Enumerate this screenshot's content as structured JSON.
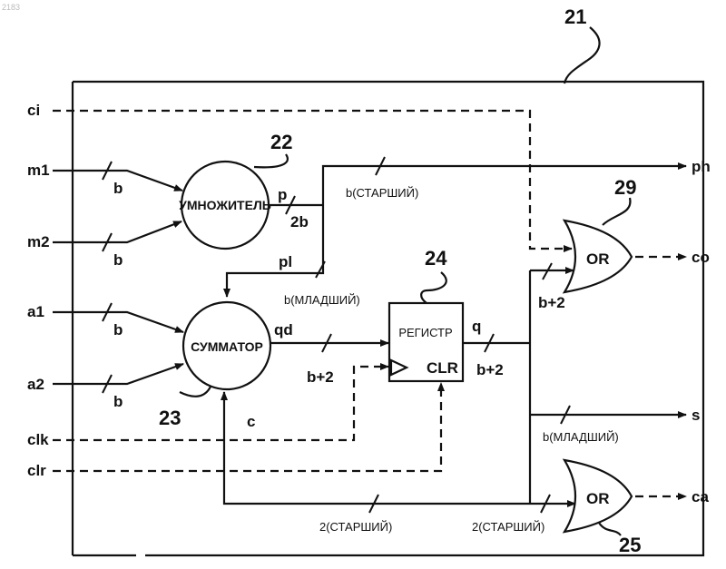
{
  "corner_code": "2183",
  "refs": {
    "module": "21",
    "multiplier": "22",
    "adder": "23",
    "register": "24",
    "or_bottom": "25",
    "or_top": "29"
  },
  "blocks": {
    "multiplier": "УМНОЖИТЕЛЬ",
    "adder": "СУММАТОР",
    "register": "РЕГИСТР",
    "register_clr": "CLR",
    "or_top": "OR",
    "or_bottom": "OR"
  },
  "inputs": {
    "ci": "ci",
    "m1": "m1",
    "m2": "m2",
    "a1": "a1",
    "a2": "a2",
    "clk": "clk",
    "clr": "clr"
  },
  "outputs": {
    "ph": "ph",
    "co": "co",
    "s": "s",
    "ca": "ca"
  },
  "signals": {
    "p": "p",
    "pl": "pl",
    "qd": "qd",
    "q": "q",
    "c": "c"
  },
  "bus_widths": {
    "m1": "b",
    "m2": "b",
    "a1": "b",
    "a2": "b",
    "p": "2b",
    "ph": "b(СТАРШИЙ)",
    "pl": "b(МЛАДШИЙ)",
    "qd": "b+2",
    "q": "b+2",
    "or_top_in": "b+2",
    "s": "b(МЛАДШИЙ)",
    "feedback": "2(СТАРШИЙ)",
    "or_bottom_in": "2(СТАРШИЙ)"
  }
}
